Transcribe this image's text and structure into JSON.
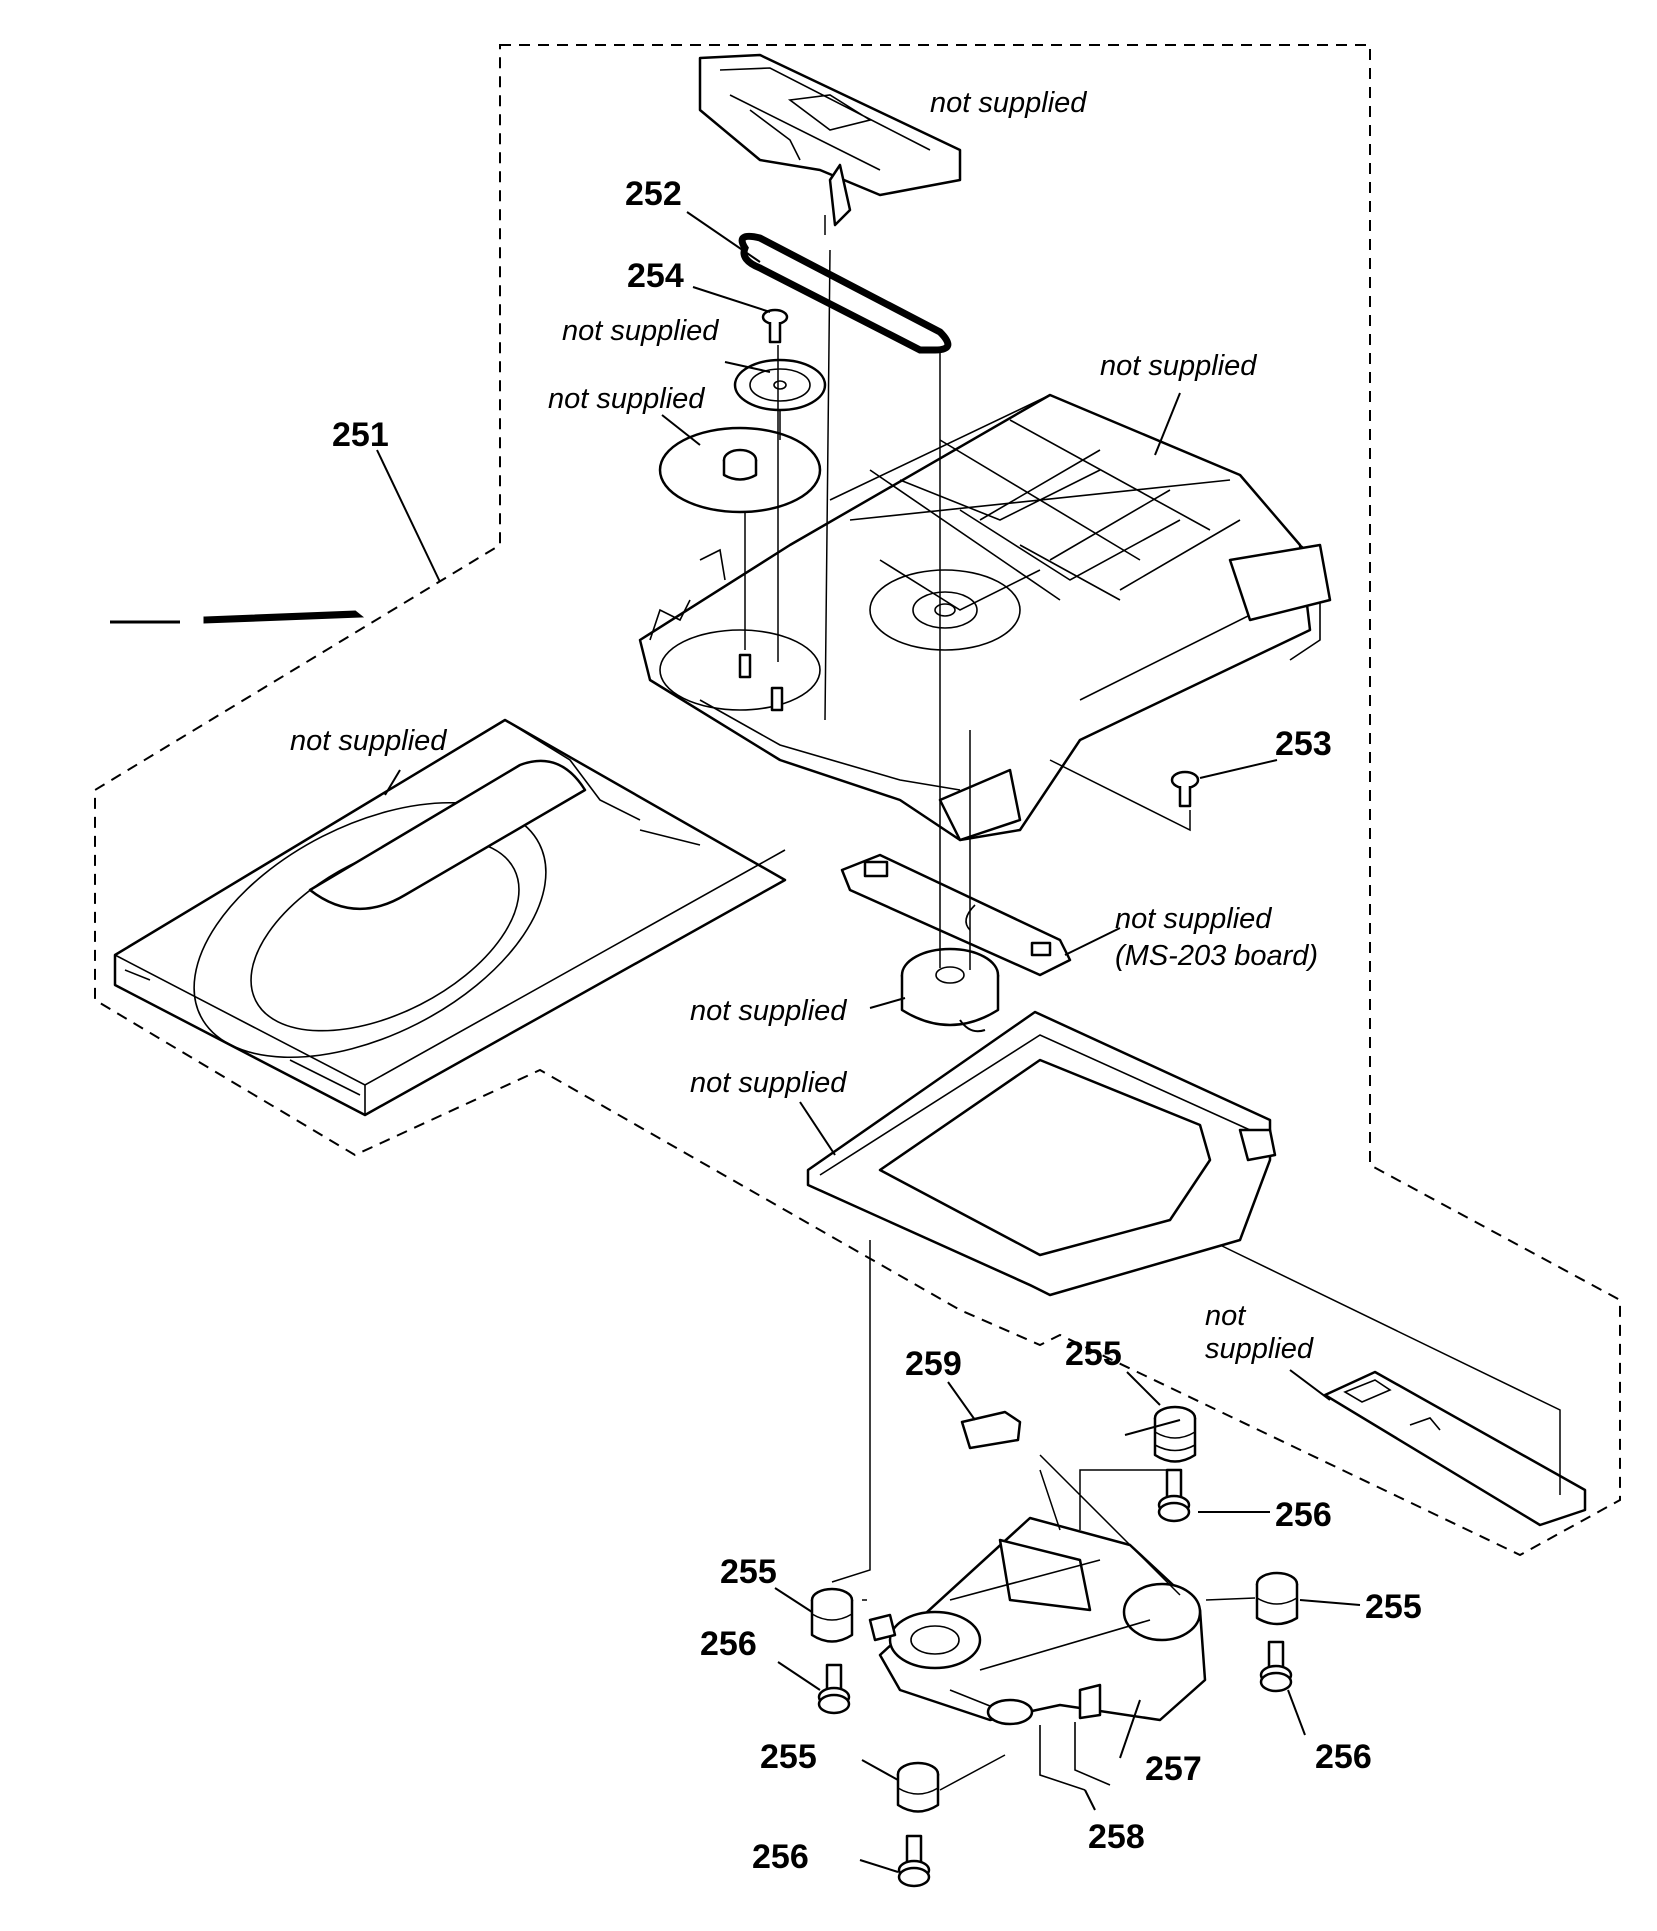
{
  "labels": {
    "l251": "251",
    "l252": "252",
    "l253": "253",
    "l254": "254",
    "l255a": "255",
    "l255b": "255",
    "l255c": "255",
    "l255d": "255",
    "l256a": "256",
    "l256b": "256",
    "l256c": "256",
    "l256d": "256",
    "l257": "257",
    "l258": "258",
    "l259": "259"
  },
  "notes": {
    "n_slider": "not supplied",
    "n_gear_small": "not supplied",
    "n_gear_large": "not supplied",
    "n_chassis": "not supplied",
    "n_tray": "not supplied",
    "n_board": "not supplied",
    "n_board_sub": "(MS-203 board)",
    "n_motor": "not supplied",
    "n_frame": "not supplied",
    "n_bracket_1": "not",
    "n_bracket_2": "supplied"
  }
}
